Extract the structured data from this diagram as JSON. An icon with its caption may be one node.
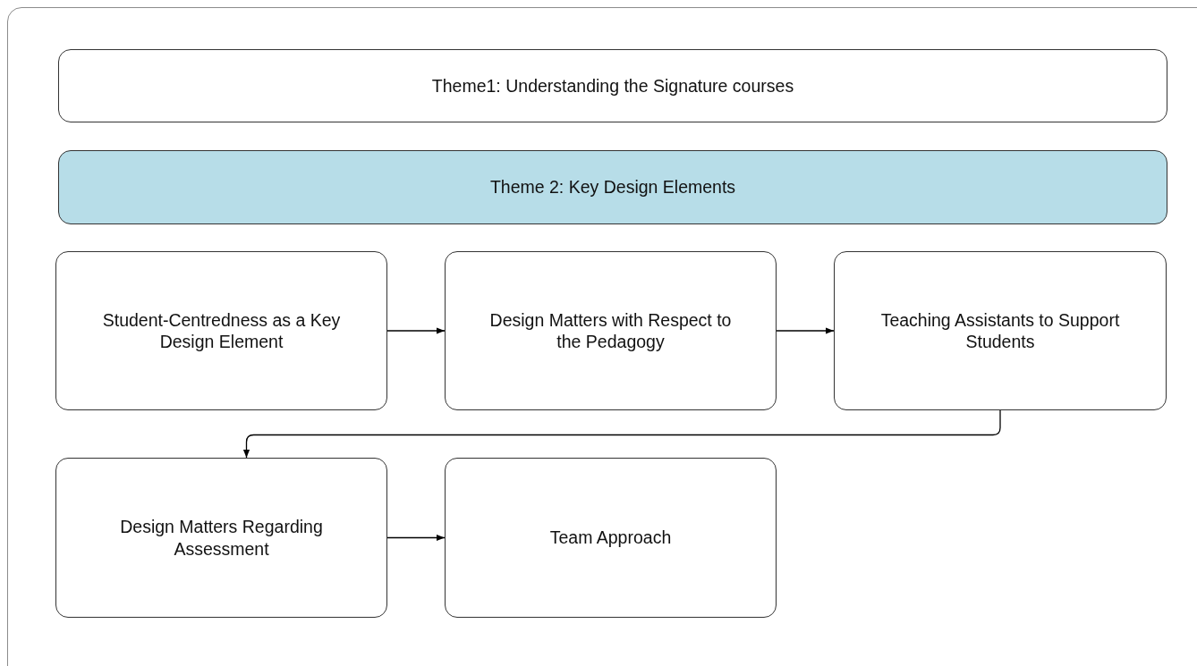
{
  "diagram": {
    "nodes": [
      {
        "text": [
          "Theme1: Understanding the Signature courses"
        ]
      },
      {
        "text": [
          "Theme 2: Key Design Elements"
        ]
      },
      {
        "text": [
          "Student-Centredness as a Key Design Element"
        ]
      },
      {
        "text": [
          "Design Matters with Respect to the Pedagogy"
        ]
      },
      {
        "text": [
          "Teaching Assistants to Support Students"
        ]
      },
      {
        "text": [
          "Design Matters Regarding Assessment"
        ]
      },
      {
        "text": [
          "Team Approach"
        ]
      }
    ],
    "edges": [
      {
        "from": 2,
        "to": 3,
        "arrow": "to"
      },
      {
        "from": 3,
        "to": 4,
        "arrow": "to"
      },
      {
        "from": 4,
        "to": 5,
        "arrow": "to"
      },
      {
        "from": 5,
        "to": 6,
        "arrow": "to"
      }
    ]
  }
}
